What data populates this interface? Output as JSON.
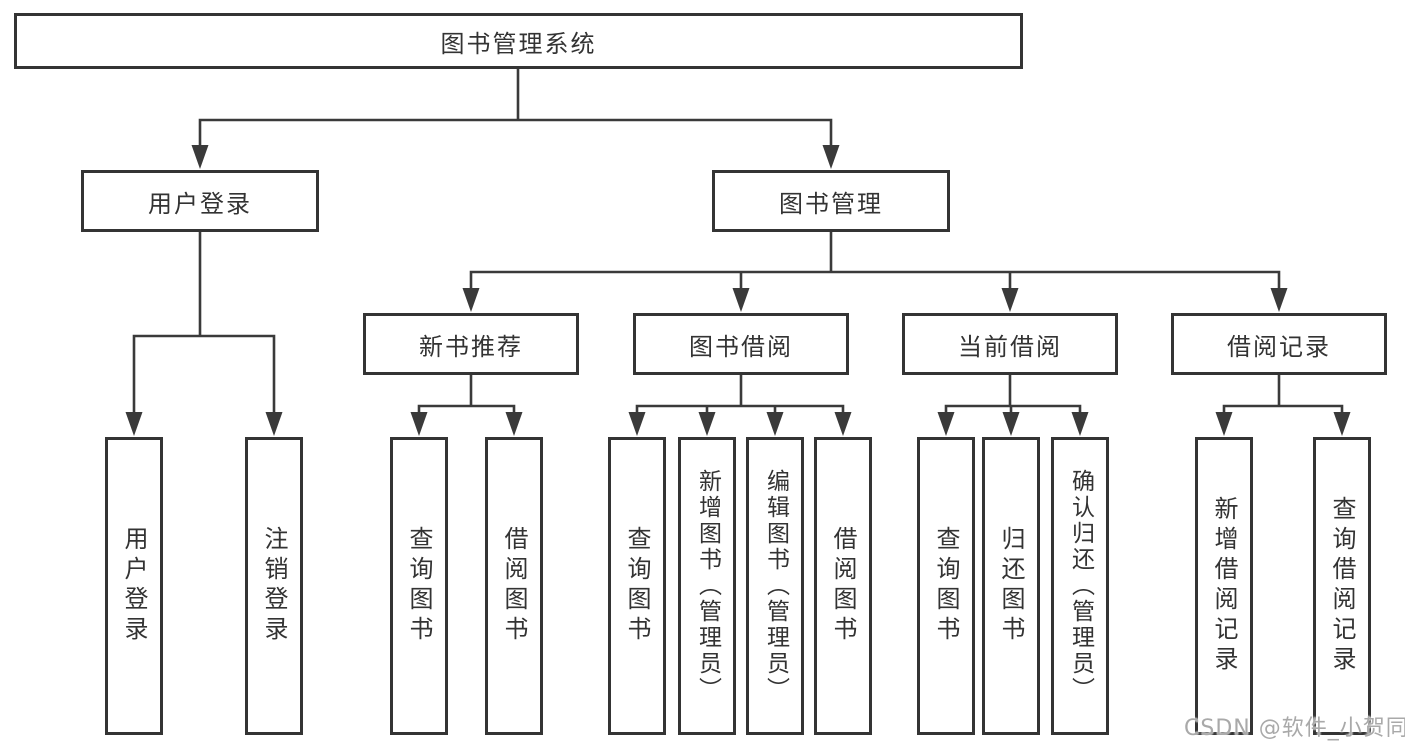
{
  "tree": {
    "label": "图书管理系统",
    "children": [
      {
        "label": "用户登录",
        "children": [
          {
            "label": "用户登录"
          },
          {
            "label": "注销登录"
          }
        ]
      },
      {
        "label": "图书管理",
        "children": [
          {
            "label": "新书推荐",
            "children": [
              {
                "label": "查询图书"
              },
              {
                "label": "借阅图书"
              }
            ]
          },
          {
            "label": "图书借阅",
            "children": [
              {
                "label": "查询图书"
              },
              {
                "label": "新增图书（管理员）"
              },
              {
                "label": "编辑图书（管理员）"
              },
              {
                "label": "借阅图书"
              }
            ]
          },
          {
            "label": "当前借阅",
            "children": [
              {
                "label": "查询图书"
              },
              {
                "label": "归还图书"
              },
              {
                "label": "确认归还（管理员）"
              }
            ]
          },
          {
            "label": "借阅记录",
            "children": [
              {
                "label": "新增借阅记录"
              },
              {
                "label": "查询借阅记录"
              }
            ]
          }
        ]
      }
    ]
  },
  "watermark": {
    "text": "CSDN @软件_小贺同学"
  },
  "colors": {
    "background": "#ffffff",
    "box_border": "#343434",
    "line": "#3a3a3a",
    "text": "#333333",
    "watermark": "#a9a9a9"
  }
}
